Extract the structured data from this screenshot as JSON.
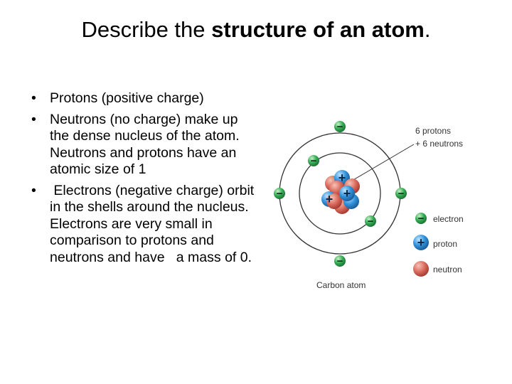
{
  "title": {
    "prefix": "Describe the ",
    "bold": "structure of an atom",
    "suffix": "."
  },
  "bullets": [
    "Protons (positive charge)",
    "Neutrons (no charge) make up the dense nucleus of the atom. Neutrons and protons have an atomic size of 1",
    " Electrons (negative charge) orbit in the shells around the nucleus. Electrons are very small in comparison to protons and neutrons and have   a mass of 0."
  ],
  "diagram": {
    "callout_line1": "6 protons",
    "callout_line2": "+ 6 neutrons",
    "caption": "Carbon atom",
    "legend": {
      "electron": "electron",
      "proton": "proton",
      "neutron": "neutron"
    },
    "symbols": {
      "electron": "−",
      "proton": "+"
    },
    "colors": {
      "electron": "#2fa84f",
      "proton": "#2f8fd6",
      "neutron": "#d9665a",
      "orbit": "#333333"
    }
  }
}
